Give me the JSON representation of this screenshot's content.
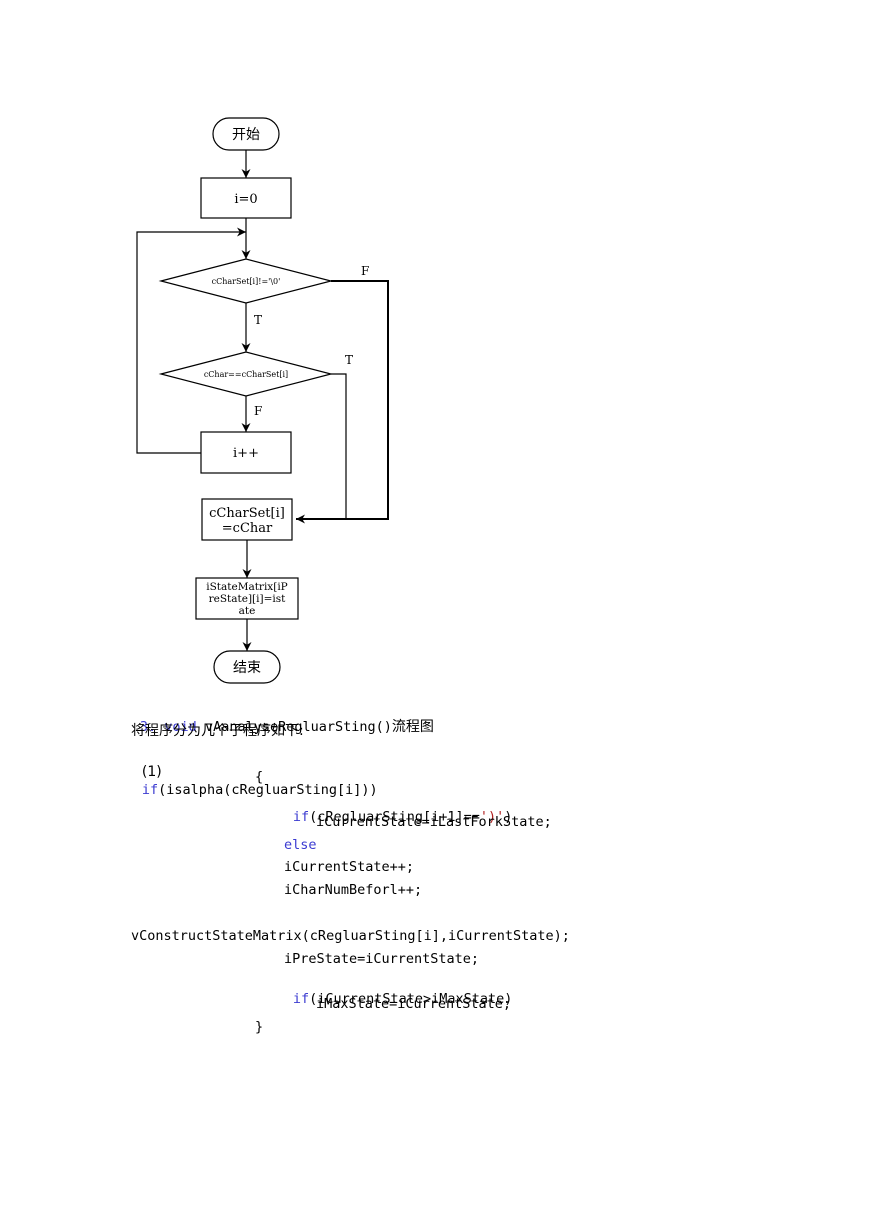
{
  "flowchart": {
    "start": "开始",
    "init": "i=0",
    "cond1": "cCharSet[i]!='\\0'",
    "cond1_false": "F",
    "cond1_true": "T",
    "cond2": "cChar==cCharSet[i]",
    "cond2_true": "T",
    "cond2_false": "F",
    "increment": "i++",
    "assign_line1": "cCharSet[i]",
    "assign_line2": "=cChar",
    "matrix_line1": "iStateMatrix[iP",
    "matrix_line2": "reState][i]=ist",
    "matrix_line3": "ate",
    "end": "结束"
  },
  "text": {
    "heading_num": "3. ",
    "heading_kw": "void",
    "heading_code": " vAanalyseRegluarSting()",
    "heading_cn": "流程图",
    "intro": "将程序分为几个子程序如下:",
    "item_label": "(1)",
    "l1_kw": "if",
    "l1_rest": "(isalpha(cRegluarSting[i]))",
    "l2": "{",
    "l3_kw": "if",
    "l3_a": "(cRegluarSting[i+1]==",
    "l3_str": "')'",
    "l3_b": ")",
    "l4": "iCurrentState=iLastForkState;",
    "l5_kw": "else",
    "l6": "iCurrentState++;",
    "l7": "iCharNumBeforl++;",
    "l8": "vConstructStateMatrix(cRegluarSting[i],iCurrentState);",
    "l9": "iPreState=iCurrentState;",
    "l10_kw": "if",
    "l10_rest": "(iCurrentState>iMaxState)",
    "l11": "iMaxState=iCurrentState;",
    "l12": "}"
  }
}
